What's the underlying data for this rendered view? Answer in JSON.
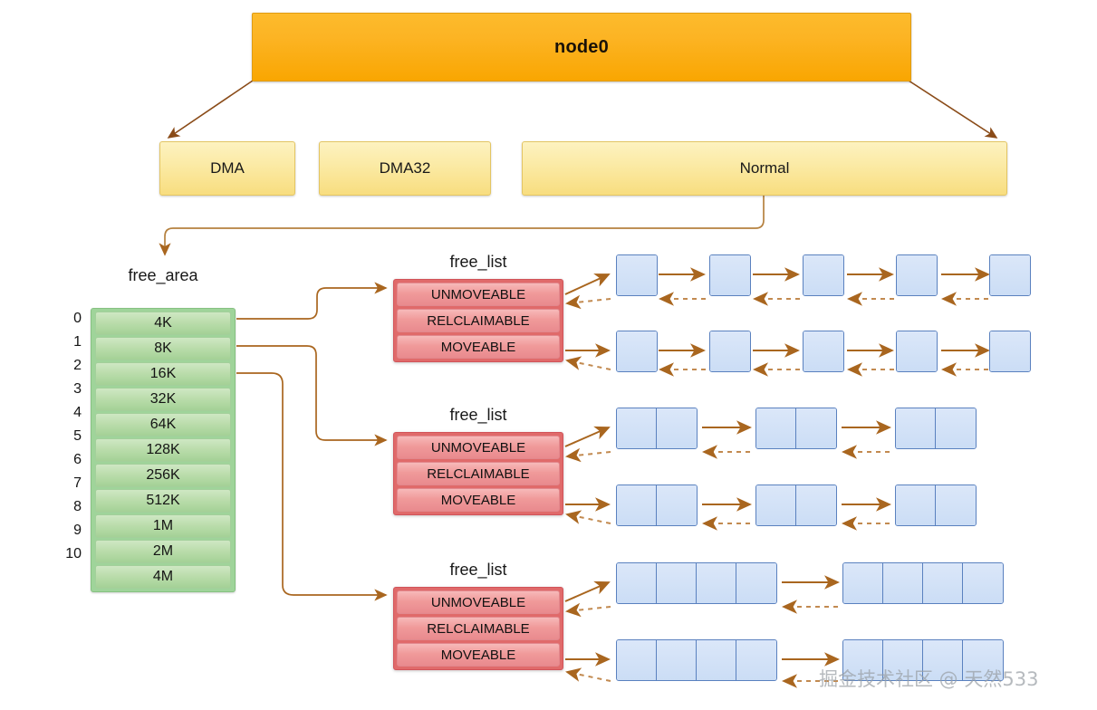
{
  "diagram": {
    "node": {
      "label": "node0"
    },
    "zones": [
      {
        "label": "DMA"
      },
      {
        "label": "DMA32"
      },
      {
        "label": "Normal"
      }
    ],
    "free_area": {
      "title": "free_area",
      "indices": [
        "0",
        "1",
        "2",
        "3",
        "4",
        "5",
        "6",
        "7",
        "8",
        "9",
        "10"
      ],
      "sizes": [
        "4K",
        "8K",
        "16K",
        "32K",
        "64K",
        "128K",
        "256K",
        "512K",
        "1M",
        "2M",
        "4M"
      ]
    },
    "free_list_groups": [
      {
        "title": "free_list",
        "rows": [
          "UNMOVEABLE",
          "RELCLAIMABLE",
          "MOVEABLE"
        ],
        "order": 0,
        "blocks_per_chain": 5,
        "cells_per_block": 1
      },
      {
        "title": "free_list",
        "rows": [
          "UNMOVEABLE",
          "RELCLAIMABLE",
          "MOVEABLE"
        ],
        "order": 1,
        "blocks_per_chain": 3,
        "cells_per_block": 2
      },
      {
        "title": "free_list",
        "rows": [
          "UNMOVEABLE",
          "RELCLAIMABLE",
          "MOVEABLE"
        ],
        "order": 2,
        "blocks_per_chain": 2,
        "cells_per_block": 4
      }
    ],
    "watermark": {
      "text": "掘金技术社区 @ 天然533"
    },
    "colors": {
      "node_fill": "#f9a601",
      "zone_fill": "#f8dd7f",
      "free_area_fill": "#a4d196",
      "free_list_fill": "#e98a8e",
      "block_fill": "#cbddf5",
      "block_border": "#5a81bf",
      "connector": "#a9661f"
    }
  }
}
